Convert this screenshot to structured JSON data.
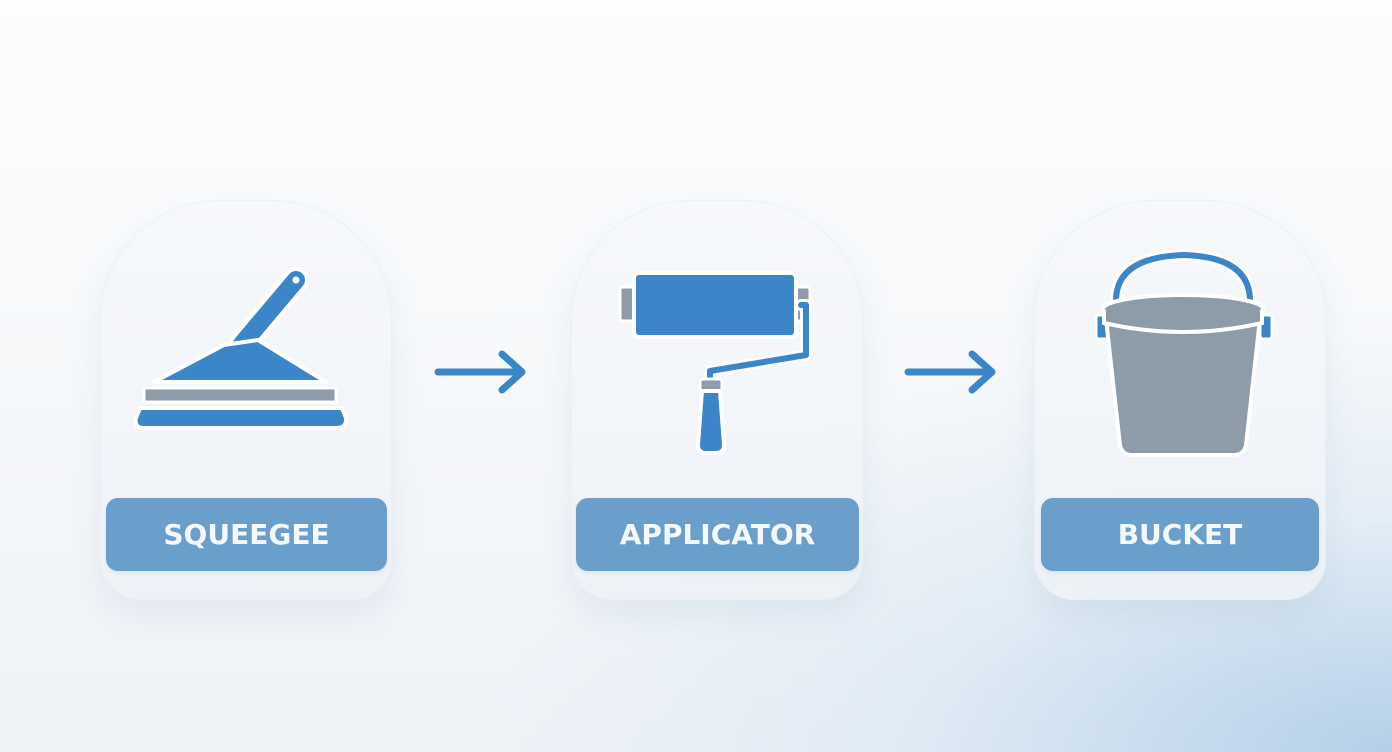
{
  "steps": [
    {
      "label": "SQUEEGEE",
      "icon": "squeegee-icon"
    },
    {
      "label": "APPLICATOR",
      "icon": "paint-roller-icon"
    },
    {
      "label": "BUCKET",
      "icon": "bucket-icon"
    }
  ],
  "connector_icon": "arrow-right-icon",
  "colors": {
    "accent_blue": "#3a86c8",
    "gray": "#8e9ba8",
    "label_bg": "#6a9fcb",
    "label_text": "#f6f9fc"
  }
}
